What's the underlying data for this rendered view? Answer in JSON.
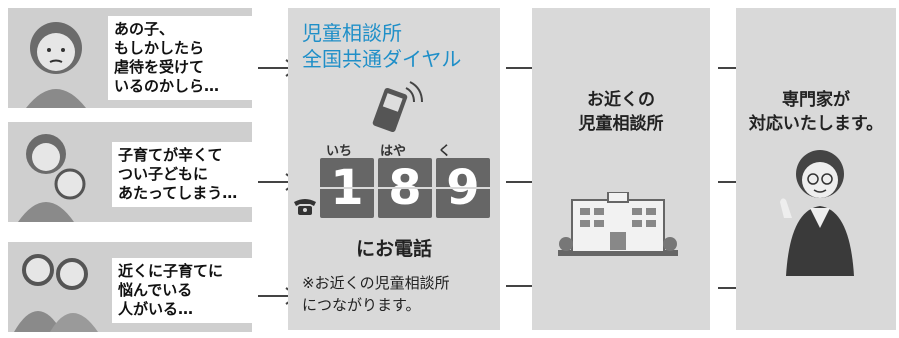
{
  "scenarios": [
    {
      "text": "あの子、\nもしかしたら\n虐待を受けて\nいるのかしら…"
    },
    {
      "text": "子育てが辛くて\nつい子どもに\nあたってしまう…"
    },
    {
      "text": "近くに子育てに\n悩んでいる\n人がいる…"
    }
  ],
  "hotline": {
    "title": "児童相談所\n全国共通ダイヤル",
    "digits": [
      "1",
      "8",
      "9"
    ],
    "readings": [
      "いち",
      "はや",
      "く"
    ],
    "call_label": "にお電話",
    "note": "※お近くの児童相談所\nにつながります。"
  },
  "center": {
    "label": "お近くの\n児童相談所"
  },
  "expert": {
    "label": "専門家が\n対応いたします。"
  },
  "colors": {
    "accent": "#1f8fc8",
    "panel": "#d9d9d9",
    "tile": "#666666"
  },
  "icons": [
    "phone-icon",
    "telephone-icon",
    "building-icon",
    "expert-icon",
    "arrow-icon"
  ]
}
